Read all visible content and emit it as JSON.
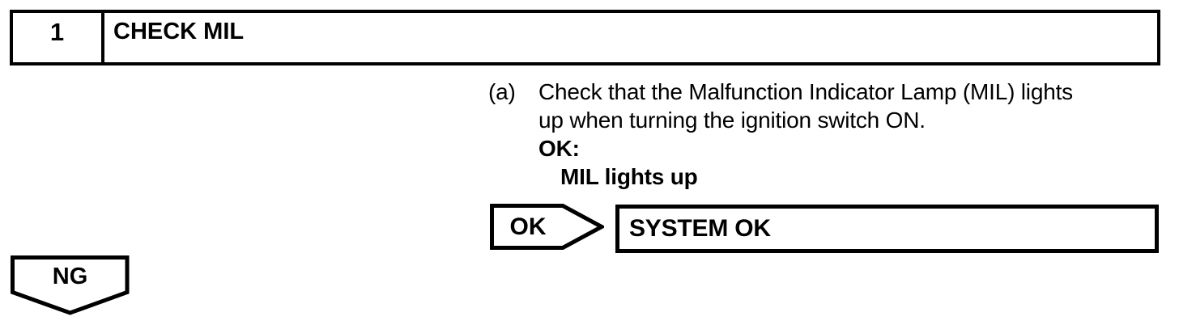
{
  "colors": {
    "ink": "#000000",
    "paper": "#ffffff"
  },
  "step_header": {
    "number": "1",
    "title": "CHECK MIL"
  },
  "instruction": {
    "label": "(a)",
    "lines": [
      "Check that the Malfunction Indicator Lamp (MIL) lights",
      "up when turning the ignition switch ON."
    ],
    "ok_heading": "OK:",
    "ok_condition": "MIL lights up"
  },
  "ok_branch": {
    "connector_label": "OK",
    "result": "SYSTEM OK"
  },
  "ng_branch": {
    "connector_label": "NG"
  }
}
